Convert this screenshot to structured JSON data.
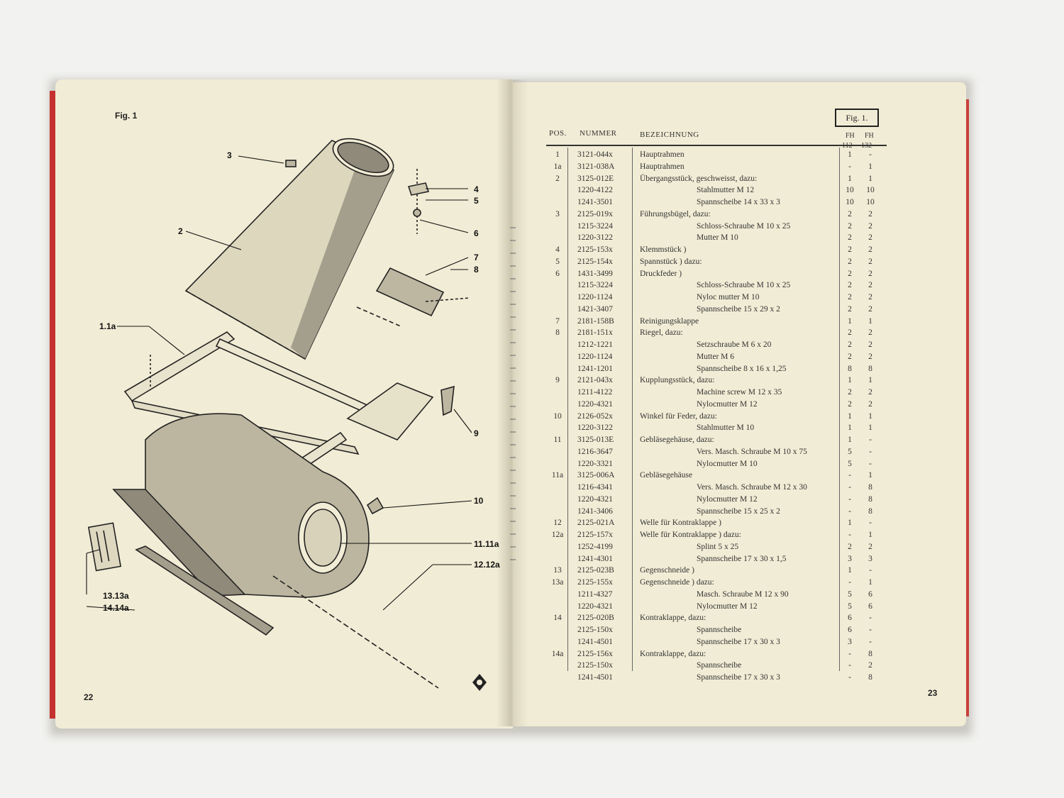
{
  "left_page": {
    "figure_label": "Fig. 1",
    "page_number": "22",
    "callouts": [
      "3",
      "4",
      "5",
      "6",
      "2",
      "7",
      "8",
      "1.1a",
      "9",
      "10",
      "11.11a",
      "12.12a",
      "13.13a",
      "14.14a"
    ]
  },
  "right_page": {
    "figure_box": "Fig. 1.",
    "page_number": "23",
    "headers": {
      "pos": "POS.",
      "nummer": "NUMMER",
      "bezeichnung": "BEZEICHNUNG",
      "fh1_top": "FH",
      "fh2_top": "FH",
      "fh1_bottom": "112",
      "fh2_bottom": "132"
    },
    "rows": [
      {
        "pos": "1",
        "num": "3121-044x",
        "des": "Hauptrahmen",
        "fh1": "1",
        "fh2": "-"
      },
      {
        "pos": "1a",
        "num": "3121-038A",
        "des": "Hauptrahmen",
        "fh1": "-",
        "fh2": "1"
      },
      {
        "pos": "2",
        "num": "3125-012E",
        "des": "Übergangsstück, geschweisst, dazu:",
        "fh1": "1",
        "fh2": "1"
      },
      {
        "pos": "",
        "num": "1220-4122",
        "des": "Stahlmutter M 12",
        "fh1": "10",
        "fh2": "10"
      },
      {
        "pos": "",
        "num": "1241-3501",
        "des": "Spannscheibe 14 x 33 x 3",
        "fh1": "10",
        "fh2": "10"
      },
      {
        "pos": "3",
        "num": "2125-019x",
        "des": "Führungsbügel, dazu:",
        "fh1": "2",
        "fh2": "2"
      },
      {
        "pos": "",
        "num": "1215-3224",
        "des": "Schloss-Schraube M 10 x 25",
        "fh1": "2",
        "fh2": "2"
      },
      {
        "pos": "",
        "num": "1220-3122",
        "des": "Mutter M 10",
        "fh1": "2",
        "fh2": "2"
      },
      {
        "pos": "4",
        "num": "2125-153x",
        "des": "Klemmstück    )",
        "fh1": "2",
        "fh2": "2"
      },
      {
        "pos": "5",
        "num": "2125-154x",
        "des": "Spannstück    ) dazu:",
        "fh1": "2",
        "fh2": "2"
      },
      {
        "pos": "6",
        "num": "1431-3499",
        "des": "Druckfeder    )",
        "fh1": "2",
        "fh2": "2"
      },
      {
        "pos": "",
        "num": "1215-3224",
        "des": "Schloss-Schraube M 10 x 25",
        "fh1": "2",
        "fh2": "2"
      },
      {
        "pos": "",
        "num": "1220-1124",
        "des": "Nyloc mutter M 10",
        "fh1": "2",
        "fh2": "2"
      },
      {
        "pos": "",
        "num": "1421-3407",
        "des": "Spannscheibe 15 x 29 x 2",
        "fh1": "2",
        "fh2": "2"
      },
      {
        "pos": "7",
        "num": "2181-158B",
        "des": "Reinigungsklappe",
        "fh1": "1",
        "fh2": "1"
      },
      {
        "pos": "8",
        "num": "2181-151x",
        "des": "Riegel, dazu:",
        "fh1": "2",
        "fh2": "2"
      },
      {
        "pos": "",
        "num": "1212-1221",
        "des": "Setzschraube M 6 x 20",
        "fh1": "2",
        "fh2": "2"
      },
      {
        "pos": "",
        "num": "1220-1124",
        "des": "Mutter M 6",
        "fh1": "2",
        "fh2": "2"
      },
      {
        "pos": "",
        "num": "1241-1201",
        "des": "Spannscheibe 8 x 16 x 1,25",
        "fh1": "8",
        "fh2": "8"
      },
      {
        "pos": "9",
        "num": "2121-043x",
        "des": "Kupplungsstück, dazu:",
        "fh1": "1",
        "fh2": "1"
      },
      {
        "pos": "",
        "num": "1211-4122",
        "des": "Machine screw M 12 x 35",
        "fh1": "2",
        "fh2": "2"
      },
      {
        "pos": "",
        "num": "1220-4321",
        "des": "Nylocmutter M 12",
        "fh1": "2",
        "fh2": "2"
      },
      {
        "pos": "10",
        "num": "2126-052x",
        "des": "Winkel für Feder, dazu:",
        "fh1": "1",
        "fh2": "1"
      },
      {
        "pos": "",
        "num": "1220-3122",
        "des": "Stahlmutter M 10",
        "fh1": "1",
        "fh2": "1"
      },
      {
        "pos": "11",
        "num": "3125-013E",
        "des": "Gebläsegehäuse, dazu:",
        "fh1": "1",
        "fh2": "-"
      },
      {
        "pos": "",
        "num": "1216-3647",
        "des": "Vers. Masch. Schraube M 10 x 75",
        "fh1": "5",
        "fh2": "-"
      },
      {
        "pos": "",
        "num": "1220-3321",
        "des": "Nylocmutter M 10",
        "fh1": "5",
        "fh2": "-"
      },
      {
        "pos": "11a",
        "num": "3125-006A",
        "des": "Gebläsegehäuse",
        "fh1": "-",
        "fh2": "1"
      },
      {
        "pos": "",
        "num": "1216-4341",
        "des": "Vers. Masch. Schraube M 12 x 30",
        "fh1": "-",
        "fh2": "8"
      },
      {
        "pos": "",
        "num": "1220-4321",
        "des": "Nylocmutter M 12",
        "fh1": "-",
        "fh2": "8"
      },
      {
        "pos": "",
        "num": "1241-3406",
        "des": "Spannscheibe 15 x 25 x 2",
        "fh1": "-",
        "fh2": "8"
      },
      {
        "pos": "12",
        "num": "2125-021A",
        "des": "Welle für Kontraklappe )",
        "fh1": "1",
        "fh2": "-"
      },
      {
        "pos": "12a",
        "num": "2125-157x",
        "des": "Welle für Kontraklappe ) dazu:",
        "fh1": "-",
        "fh2": "1"
      },
      {
        "pos": "",
        "num": "1252-4199",
        "des": "Splint 5 x 25",
        "fh1": "2",
        "fh2": "2"
      },
      {
        "pos": "",
        "num": "1241-4301",
        "des": "Spannscheibe 17 x 30 x 1,5",
        "fh1": "3",
        "fh2": "3"
      },
      {
        "pos": "13",
        "num": "2125-023B",
        "des": "Gegenschneide )",
        "fh1": "1",
        "fh2": "-"
      },
      {
        "pos": "13a",
        "num": "2125-155x",
        "des": "Gegenschneide ) dazu:",
        "fh1": "-",
        "fh2": "1"
      },
      {
        "pos": "",
        "num": "1211-4327",
        "des": "Masch. Schraube M 12 x 90",
        "fh1": "5",
        "fh2": "6"
      },
      {
        "pos": "",
        "num": "1220-4321",
        "des": "Nylocmutter M 12",
        "fh1": "5",
        "fh2": "6"
      },
      {
        "pos": "14",
        "num": "2125-020B",
        "des": "Kontraklappe, dazu:",
        "fh1": "6",
        "fh2": "-"
      },
      {
        "pos": "",
        "num": "2125-150x",
        "des": "Spannscheibe",
        "fh1": "6",
        "fh2": "-"
      },
      {
        "pos": "",
        "num": "1241-4501",
        "des": "Spannscheibe 17 x 30 x 3",
        "fh1": "3",
        "fh2": "-"
      },
      {
        "pos": "14a",
        "num": "2125-156x",
        "des": "Kontraklappe, dazu:",
        "fh1": "-",
        "fh2": "8"
      },
      {
        "pos": "",
        "num": "2125-150x",
        "des": "Spannscheibe",
        "fh1": "-",
        "fh2": "2"
      },
      {
        "pos": "",
        "num": "1241-4501",
        "des": "Spannscheibe 17 x 30 x 3",
        "fh1": "-",
        "fh2": "8"
      }
    ]
  }
}
